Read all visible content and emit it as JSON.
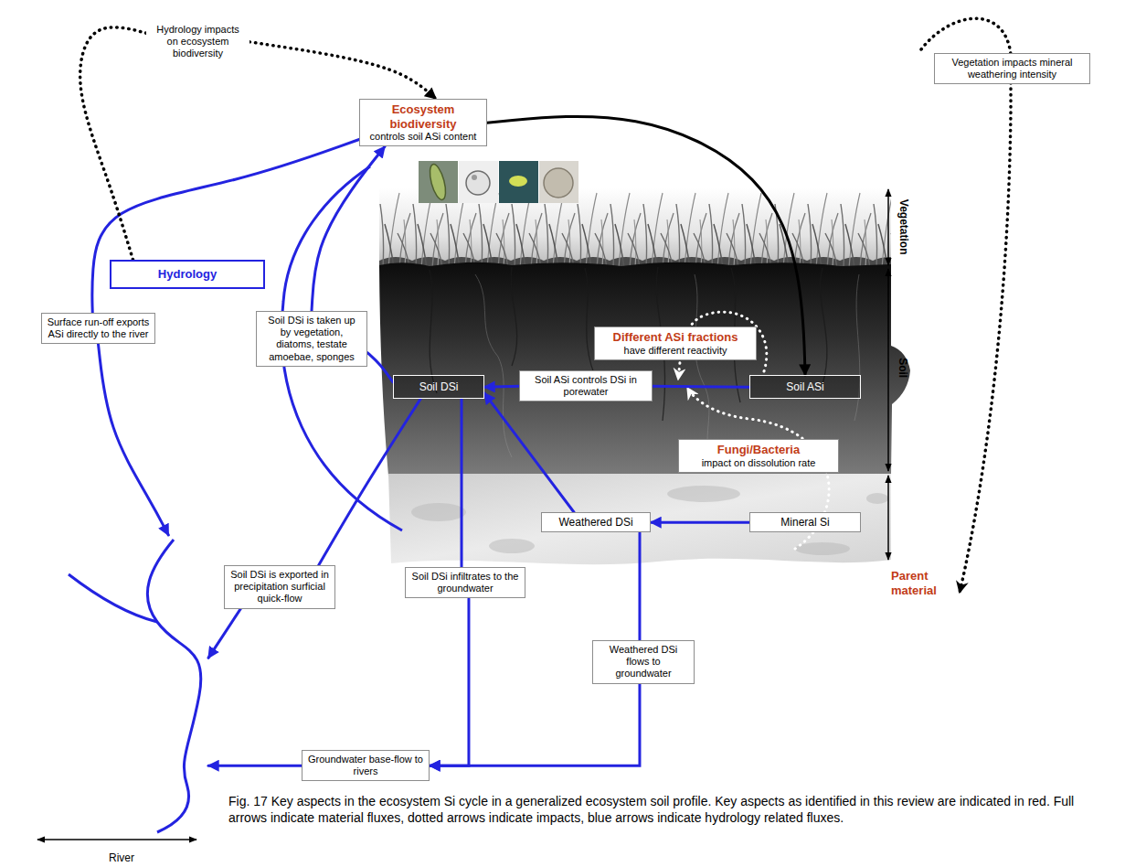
{
  "diagram": {
    "caption": "Fig. 17 Key aspects in the ecosystem Si cycle in a generalized ecosystem soil profile. Key aspects as identified in this review are indicated in red. Full arrows indicate material fluxes, dotted arrows indicate impacts, blue arrows indicate hydrology related fluxes.",
    "nodes": [
      {
        "text": [
          "Hydrology impacts on ecosystem biodiversity"
        ]
      },
      {
        "text": [
          "Vegetation impacts mineral weathering intensity"
        ]
      },
      {
        "text": [
          "Ecosystem biodiversity",
          "controls soil ASi content"
        ]
      },
      {
        "text": [
          "Hydrology"
        ]
      },
      {
        "text": [
          "Surface run-off exports ASi directly to the river"
        ]
      },
      {
        "text": [
          "Soil DSi is taken up by vegetation, diatoms, testate amoebae, sponges"
        ]
      },
      {
        "text": [
          "Different ASi fractions",
          "have different reactivity"
        ]
      },
      {
        "text": [
          "Soil DSi"
        ]
      },
      {
        "text": [
          "Soil ASi controls DSi in porewater"
        ]
      },
      {
        "text": [
          "Soil ASi"
        ]
      },
      {
        "text": [
          "Fungi/Bacteria",
          "impact on dissolution rate"
        ]
      },
      {
        "text": [
          "Weathered DSi"
        ]
      },
      {
        "text": [
          "Mineral Si"
        ]
      },
      {
        "text": [
          "Soil DSi is exported in precipitation surficial quick-flow"
        ]
      },
      {
        "text": [
          "Soil DSi infiltrates to the groundwater"
        ]
      },
      {
        "text": [
          "Weathered DSi flows to groundwater"
        ]
      },
      {
        "text": [
          "Groundwater base-flow to rivers"
        ]
      },
      {
        "text": [
          "River"
        ]
      }
    ],
    "edges": [
      {
        "from": 2,
        "to": 4,
        "arrow": "none"
      },
      {
        "from": 4,
        "to": 17,
        "arrow": "to"
      },
      {
        "from": 3,
        "to": 0,
        "arrow": "none"
      },
      {
        "from": 0,
        "to": 2,
        "arrow": "to"
      },
      {
        "from": 7,
        "to": 5,
        "arrow": "none"
      },
      {
        "from": 5,
        "to": 2,
        "arrow": "to"
      },
      {
        "from": 9,
        "to": 8,
        "arrow": "none"
      },
      {
        "from": 8,
        "to": 7,
        "arrow": "to"
      },
      {
        "from": 7,
        "to": 13,
        "arrow": "none"
      },
      {
        "from": 13,
        "to": 17,
        "arrow": "to"
      },
      {
        "from": 7,
        "to": 14,
        "arrow": "none"
      },
      {
        "from": 14,
        "to": 16,
        "arrow": "to"
      },
      {
        "from": 11,
        "to": 15,
        "arrow": "none"
      },
      {
        "from": 15,
        "to": 16,
        "arrow": "to"
      },
      {
        "from": 16,
        "to": 17,
        "arrow": "to"
      },
      {
        "from": 12,
        "to": 11,
        "arrow": "to"
      },
      {
        "from": 11,
        "to": 7,
        "arrow": "to"
      },
      {
        "from": 2,
        "to": 9,
        "arrow": "to"
      }
    ],
    "labels": [
      "Vegetation",
      "Soil",
      "Parent material"
    ]
  }
}
